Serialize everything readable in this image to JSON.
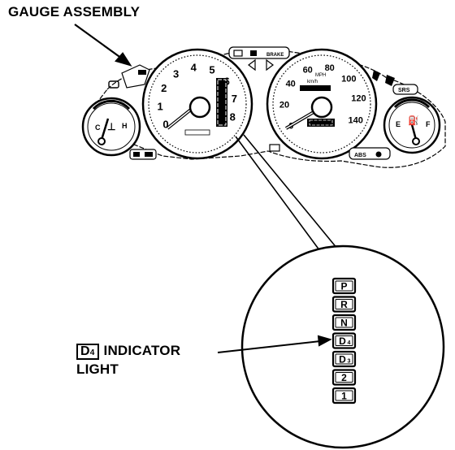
{
  "title": "GAUGE ASSEMBLY",
  "d4_box": {
    "main": "D",
    "sub": "4"
  },
  "d4_label_line1": "INDICATOR",
  "d4_label_line2": "LIGHT",
  "tach_ticks": [
    "0",
    "1",
    "2",
    "3",
    "4",
    "5",
    "6",
    "7",
    "8"
  ],
  "speedo_ticks": [
    "0",
    "20",
    "40",
    "60",
    "80",
    "100",
    "120",
    "140"
  ],
  "speedo_small": [
    "MPH",
    "km/h"
  ],
  "temp_labels": {
    "cold": "C",
    "hot": "H"
  },
  "fuel_labels": {
    "empty": "E",
    "full": "F"
  },
  "warning_labels": {
    "brake": "BRAKE",
    "srs": "SRS",
    "abs": "ABS"
  },
  "shift_positions": [
    {
      "main": "P",
      "sub": ""
    },
    {
      "main": "R",
      "sub": ""
    },
    {
      "main": "N",
      "sub": ""
    },
    {
      "main": "D",
      "sub": "4"
    },
    {
      "main": "D",
      "sub": "3"
    },
    {
      "main": "2",
      "sub": ""
    },
    {
      "main": "1",
      "sub": ""
    }
  ]
}
